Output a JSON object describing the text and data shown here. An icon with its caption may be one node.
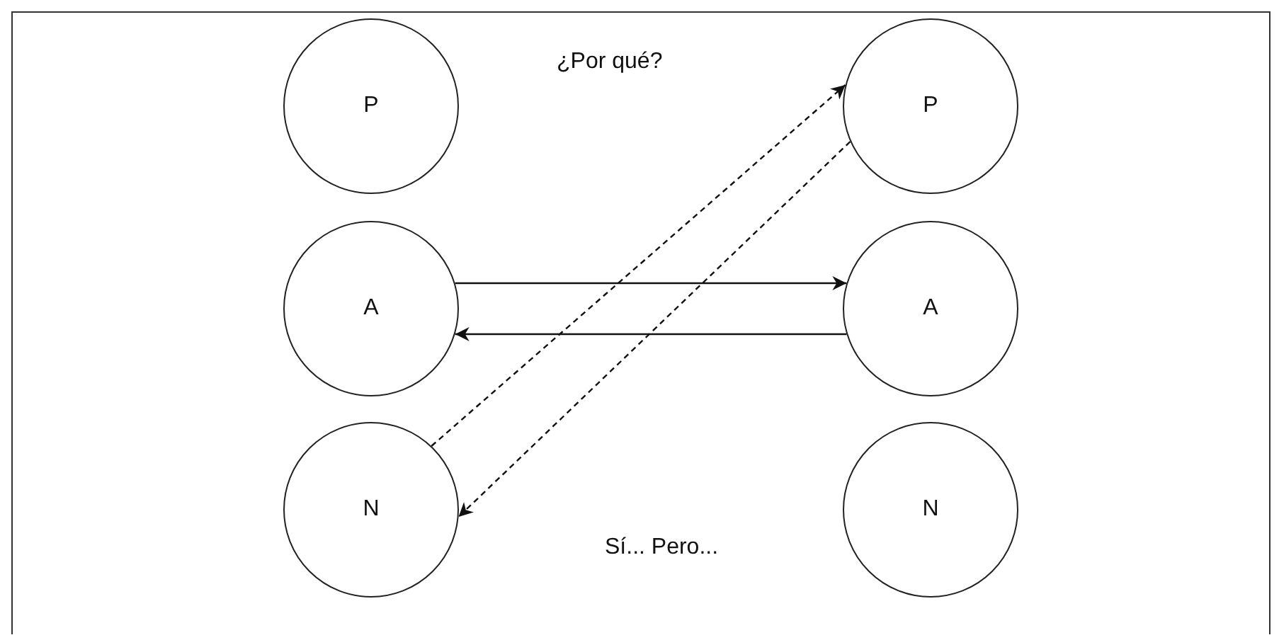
{
  "diagram": {
    "nodes": [
      {
        "text": [
          "P"
        ]
      },
      {
        "text": [
          "A"
        ]
      },
      {
        "text": [
          "N"
        ]
      },
      {
        "text": [
          "P"
        ]
      },
      {
        "text": [
          "A"
        ]
      },
      {
        "text": [
          "N"
        ]
      }
    ],
    "edges": [
      {
        "from": 1,
        "to": 4,
        "arrow": "to"
      },
      {
        "from": 4,
        "to": 1,
        "arrow": "to"
      },
      {
        "from": 2,
        "to": 3,
        "arrow": "to",
        "style": "dashed"
      },
      {
        "from": 3,
        "to": 2,
        "arrow": "to",
        "style": "dashed"
      }
    ],
    "labels": [
      "¿Por qué?",
      "Sí... Pero..."
    ]
  }
}
